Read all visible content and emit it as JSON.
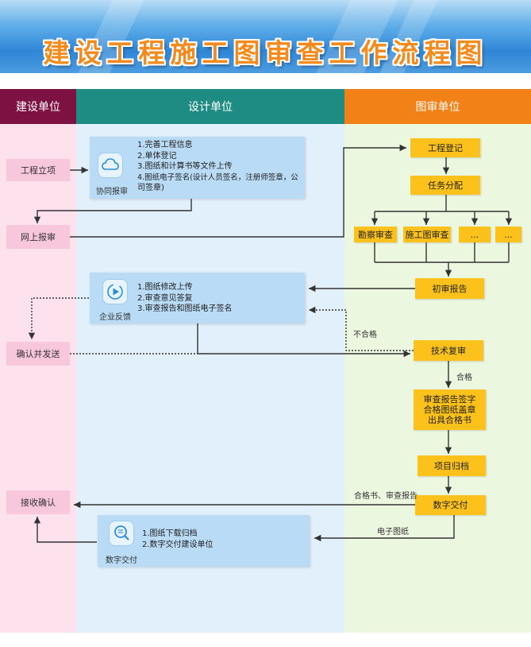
{
  "title": "建设工程施工图审查工作流程图",
  "lanes": {
    "construction": "建设单位",
    "design": "设计单位",
    "review": "图审单位"
  },
  "construction_nodes": {
    "project_setup": "工程立项",
    "online_submit": "网上报审",
    "confirm_send": "确认并发送",
    "receive_confirm": "接收确认"
  },
  "design_panels": {
    "submit": {
      "caption": "协同报审",
      "lines": [
        "1.完善工程信息",
        "2.单体登记",
        "3.图纸和计算书等文件上传",
        "4.图纸电子签名(设计人员签名，注册师签章，公",
        "司签章)"
      ]
    },
    "feedback": {
      "caption": "企业反馈",
      "lines": [
        "1.图纸修改上传",
        "2.审查意见答复",
        "3.审查报告和图纸电子签名"
      ]
    },
    "delivery": {
      "caption": "数字交付",
      "lines": [
        "1.图纸下载归档",
        "2.数字交付建设单位"
      ]
    }
  },
  "review_nodes": {
    "registration": "工程登记",
    "task_assign": "任务分配",
    "survey_review": "勘察审查",
    "drawing_review": "施工图审查",
    "more1": "...",
    "more2": "...",
    "preliminary_report": "初审报告",
    "tech_recheck": "技术复审",
    "report_sign": [
      "审查报告签字",
      "合格图纸盖章",
      "出具合格书"
    ],
    "archive": "项目归档",
    "digital_delivery": "数字交付"
  },
  "edge_labels": {
    "fail": "不合格",
    "pass": "合格",
    "cert_report": "合格书、审查报告",
    "e_drawings": "电子图纸"
  },
  "colors": {
    "construction_header": "#7d1141",
    "design_header": "#1f8c84",
    "review_header": "#f28118",
    "construction_lane": "#fde2ee",
    "design_lane": "#e2f0fb",
    "review_lane": "#ecf7e0",
    "node_yellow": "#fcc21b",
    "node_pink": "#f9c7dc",
    "panel_blue": "#b9dbf5"
  },
  "icons": [
    "cloud-icon",
    "refresh-play-icon",
    "search-icon"
  ]
}
